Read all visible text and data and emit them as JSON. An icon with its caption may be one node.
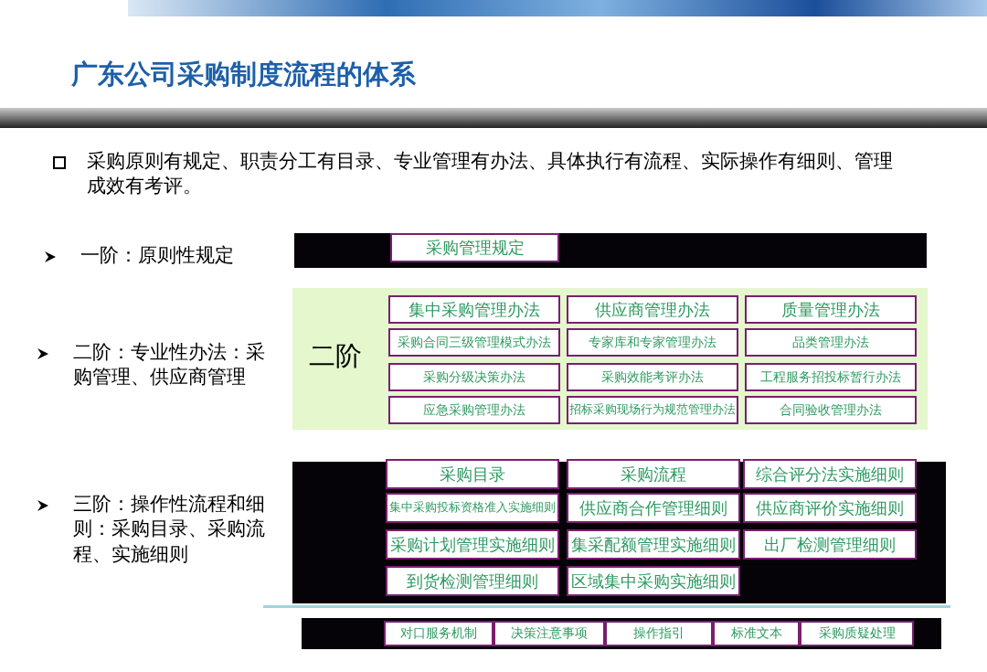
{
  "diagram": {
    "title": "广东公司采购制度流程的体系",
    "nodes": [
      {
        "text": [],
        "shape": "bar"
      },
      {
        "text": [
          "采购管理规定"
        ],
        "in": 0
      },
      {
        "text": [
          "二阶"
        ]
      },
      {
        "text": [
          "集中采购管理办法"
        ],
        "in": 2
      },
      {
        "text": [
          "供应商管理办法"
        ],
        "in": 2
      },
      {
        "text": [
          "质量管理办法"
        ],
        "in": 2
      },
      {
        "text": [
          "采购合同三级管理模式办法"
        ],
        "in": 2
      },
      {
        "text": [
          "专家库和专家管理办法"
        ],
        "in": 2
      },
      {
        "text": [
          "品类管理办法"
        ],
        "in": 2
      },
      {
        "text": [
          "采购分级决策办法"
        ],
        "in": 2
      },
      {
        "text": [
          "采购效能考评办法"
        ],
        "in": 2
      },
      {
        "text": [
          "工程服务招投标暂行办法"
        ],
        "in": 2
      },
      {
        "text": [
          "应急采购管理办法"
        ],
        "in": 2
      },
      {
        "text": [
          "招标采购现场行为规范管理办法"
        ],
        "in": 2
      },
      {
        "text": [
          "合同验收管理办法"
        ],
        "in": 2
      },
      {
        "text": [],
        "shape": "bar"
      },
      {
        "text": [
          "采购目录"
        ],
        "in": 15
      },
      {
        "text": [
          "采购流程"
        ],
        "in": 15
      },
      {
        "text": [
          "综合评分法实施细则"
        ],
        "in": 15
      },
      {
        "text": [
          "集中采购投标资格准入实施细则"
        ],
        "in": 15
      },
      {
        "text": [
          "供应商合作管理细则"
        ],
        "in": 15
      },
      {
        "text": [
          "供应商评价实施细则"
        ],
        "in": 15
      },
      {
        "text": [
          "采购计划管理实施细则"
        ],
        "in": 15
      },
      {
        "text": [
          "集采配额管理实施细则"
        ],
        "in": 15
      },
      {
        "text": [
          "出厂检测管理细则"
        ],
        "in": 15
      },
      {
        "text": [
          "到货检测管理细则"
        ],
        "in": 15
      },
      {
        "text": [
          "区域集中采购实施细则"
        ],
        "in": 15
      },
      {
        "text": [],
        "shape": "bar"
      },
      {
        "text": [
          "对口服务机制"
        ],
        "in": 27
      },
      {
        "text": [
          "决策注意事项"
        ],
        "in": 27
      },
      {
        "text": [
          "操作指引"
        ],
        "in": 27
      },
      {
        "text": [
          "标准文本"
        ],
        "in": 27
      },
      {
        "text": [
          "采购质疑处理"
        ],
        "in": 27
      }
    ],
    "edges": [],
    "labels": [
      "采购原则有规定、职责分工有目录、专业管理有办法、具体执行有流程、实际操作有细则、管理成效有考评。",
      "一阶：原则性规定",
      "二阶：专业性办法：采购管理、供应商管理",
      "三阶：操作性流程和细则：采购目录、采购流程、实施细则"
    ]
  }
}
